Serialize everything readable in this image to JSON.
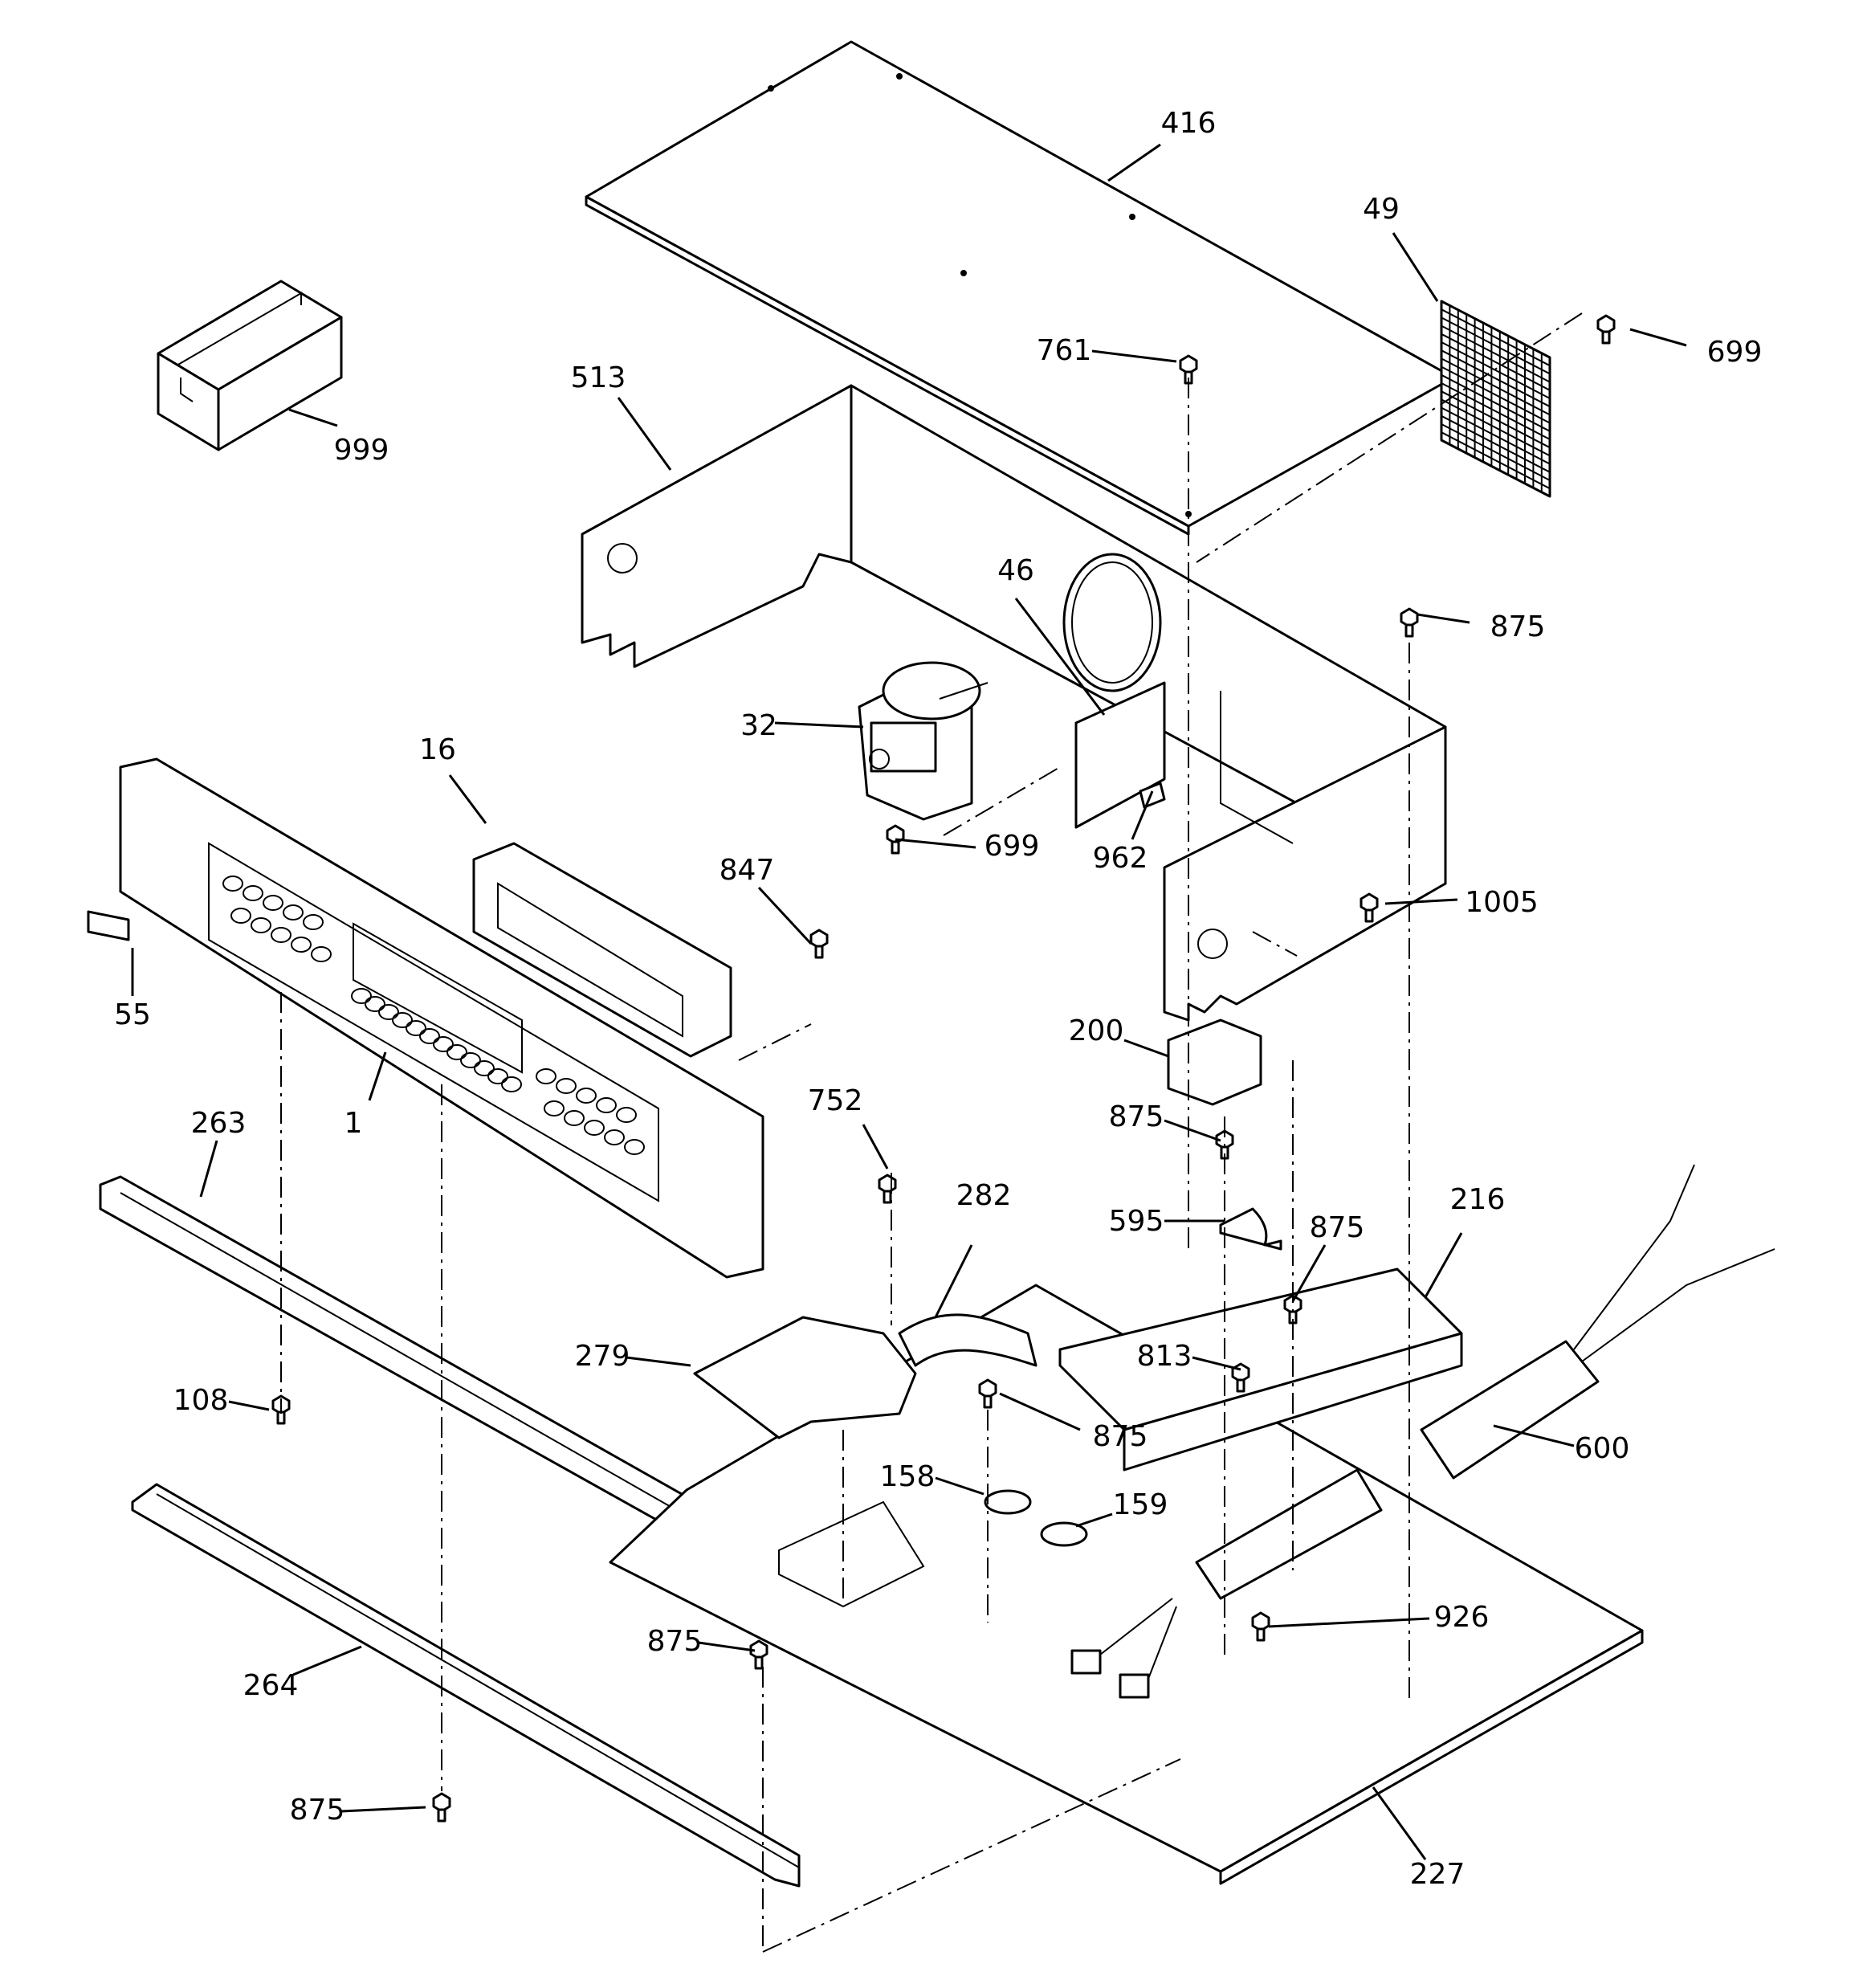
{
  "labels": [
    {
      "id": "p416",
      "text": "416"
    },
    {
      "id": "p49",
      "text": "49"
    },
    {
      "id": "p699a",
      "text": "699"
    },
    {
      "id": "p761",
      "text": "761"
    },
    {
      "id": "p513",
      "text": "513"
    },
    {
      "id": "p999",
      "text": "999"
    },
    {
      "id": "p46",
      "text": "46"
    },
    {
      "id": "p875a",
      "text": "875"
    },
    {
      "id": "p32",
      "text": "32"
    },
    {
      "id": "p16",
      "text": "16"
    },
    {
      "id": "p699b",
      "text": "699"
    },
    {
      "id": "p962",
      "text": "962"
    },
    {
      "id": "p847",
      "text": "847"
    },
    {
      "id": "p1005",
      "text": "1005"
    },
    {
      "id": "p55",
      "text": "55"
    },
    {
      "id": "p200",
      "text": "200"
    },
    {
      "id": "p263",
      "text": "263"
    },
    {
      "id": "p1",
      "text": "1"
    },
    {
      "id": "p875b",
      "text": "875"
    },
    {
      "id": "p752",
      "text": "752"
    },
    {
      "id": "p282",
      "text": "282"
    },
    {
      "id": "p216",
      "text": "216"
    },
    {
      "id": "p595",
      "text": "595"
    },
    {
      "id": "p875c",
      "text": "875"
    },
    {
      "id": "p279",
      "text": "279"
    },
    {
      "id": "p813",
      "text": "813"
    },
    {
      "id": "p108",
      "text": "108"
    },
    {
      "id": "p875d",
      "text": "875"
    },
    {
      "id": "p600",
      "text": "600"
    },
    {
      "id": "p158",
      "text": "158"
    },
    {
      "id": "p159",
      "text": "159"
    },
    {
      "id": "p926",
      "text": "926"
    },
    {
      "id": "p875e",
      "text": "875"
    },
    {
      "id": "p264",
      "text": "264"
    },
    {
      "id": "p875f",
      "text": "875"
    },
    {
      "id": "p227",
      "text": "227"
    }
  ]
}
